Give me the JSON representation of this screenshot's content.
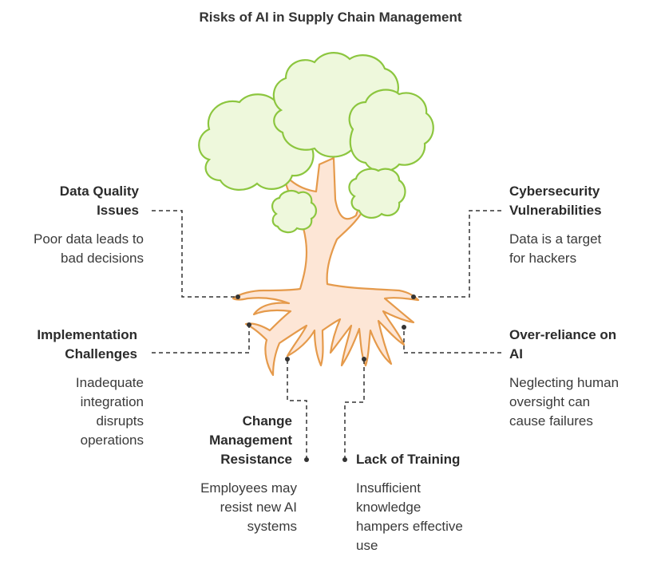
{
  "title": "Risks of AI in Supply Chain Management",
  "colors": {
    "foliage_fill": "#eef8dc",
    "foliage_stroke": "#8cc63f",
    "trunk_fill": "#fde6d6",
    "trunk_stroke": "#e59a4b",
    "connector": "#333333"
  },
  "risks": [
    {
      "name": "Data Quality Issues",
      "lines": [
        "Data Quality",
        "Issues"
      ],
      "description": [
        "Poor data leads to",
        "bad decisions"
      ]
    },
    {
      "name": "Cybersecurity Vulnerabilities",
      "lines": [
        "Cybersecurity",
        "Vulnerabilities"
      ],
      "description": [
        "Data is a target",
        "for hackers"
      ]
    },
    {
      "name": "Implementation Challenges",
      "lines": [
        "Implementation",
        "Challenges"
      ],
      "description": [
        "Inadequate",
        "integration",
        "disrupts",
        "operations"
      ]
    },
    {
      "name": "Over-reliance on AI",
      "lines": [
        "Over-reliance on",
        "AI"
      ],
      "description": [
        "Neglecting human",
        "oversight can",
        "cause failures"
      ]
    },
    {
      "name": "Change Management Resistance",
      "lines": [
        "Change",
        "Management",
        "Resistance"
      ],
      "description": [
        "Employees may",
        "resist new AI",
        "systems"
      ]
    },
    {
      "name": "Lack of Training",
      "lines": [
        "Lack of Training"
      ],
      "description": [
        "Insufficient",
        "knowledge",
        "hampers effective",
        "use"
      ]
    }
  ]
}
